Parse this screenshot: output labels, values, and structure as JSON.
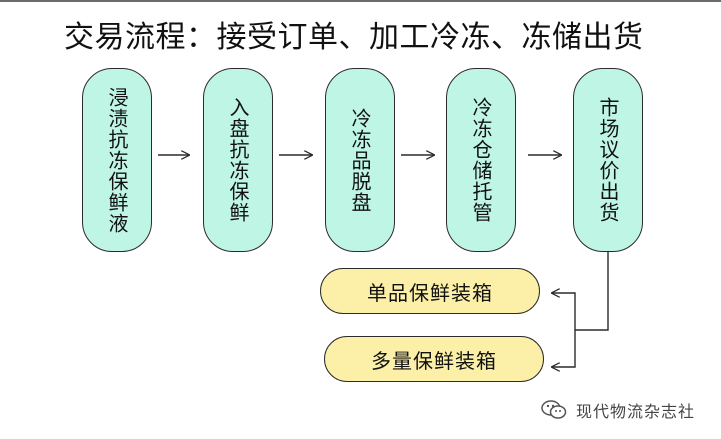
{
  "title": "交易流程：接受订单、加工冷冻、冻储出货",
  "steps": [
    {
      "label": "浸渍抗冻保鲜液"
    },
    {
      "label": "入盘抗冻保鲜"
    },
    {
      "label": "冷冻品脱盘"
    },
    {
      "label": "冷冻仓储托管"
    },
    {
      "label": "市场议价出货"
    }
  ],
  "packaging": [
    {
      "label": "单品保鲜装箱"
    },
    {
      "label": "多量保鲜装箱"
    }
  ],
  "watermark": {
    "icon": "wechat-icon",
    "text": "现代物流杂志社"
  },
  "colors": {
    "step_fill": "#bff5e5",
    "pack_fill": "#fcf0a8",
    "stroke": "#2b2b2b"
  }
}
